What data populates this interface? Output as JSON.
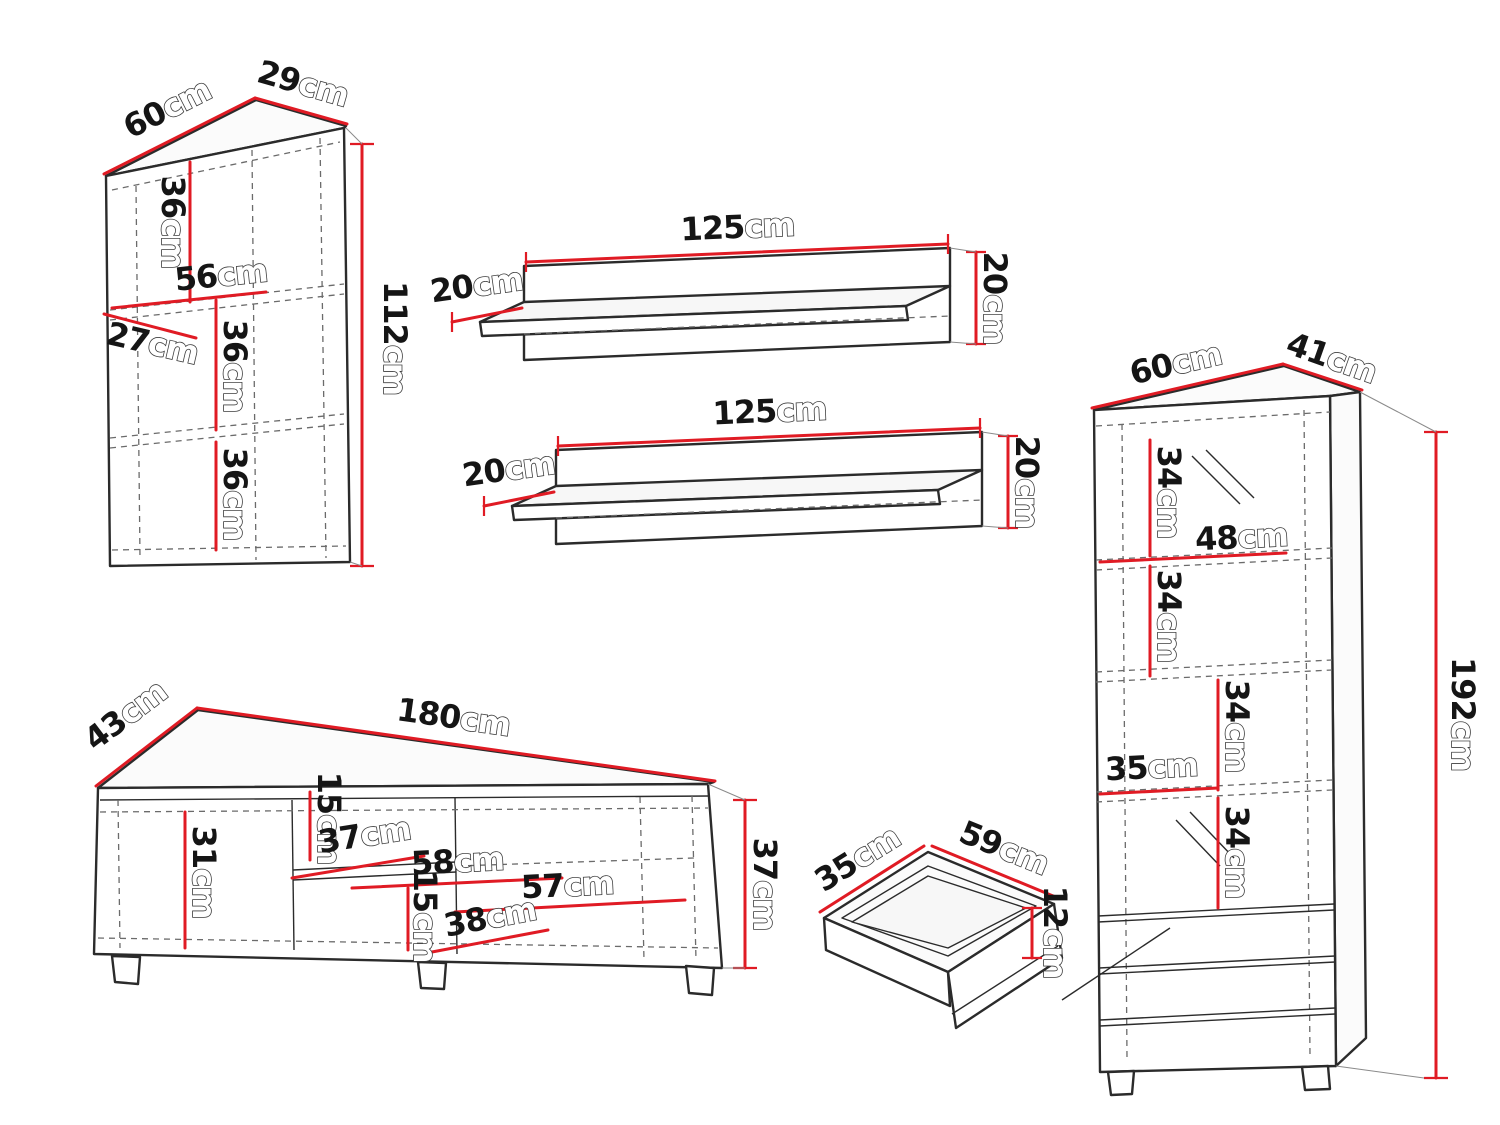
{
  "units": {
    "cm": "cm"
  },
  "colors": {
    "dimension_red": "#e01b24",
    "line_dark": "#2b2b2b"
  },
  "wall_cabinet": {
    "width": "60",
    "depth": "29",
    "height": "112",
    "section_top": "36",
    "shelf_width": "56",
    "shelf_depth": "27",
    "section_middle": "36",
    "section_bottom": "36"
  },
  "wall_shelf_top": {
    "width": "125",
    "height_left": "20",
    "height_right": "20"
  },
  "wall_shelf_bottom": {
    "width": "125",
    "height_left": "20",
    "height_right": "20"
  },
  "tall_cabinet": {
    "width": "60",
    "depth": "41",
    "height": "192",
    "section_1": "34",
    "inner_width": "48",
    "section_2": "34",
    "section_3": "34",
    "shelf_depth": "35",
    "section_4": "34"
  },
  "tv_stand": {
    "depth": "43",
    "width": "180",
    "height": "37",
    "door_height": "31",
    "gap_top": "15",
    "shelf_depth": "37",
    "niche_width": "58",
    "niche_width_2": "57",
    "gap_bottom": "15",
    "base_width": "38"
  },
  "drawer": {
    "depth": "35",
    "width": "59",
    "height": "12"
  }
}
